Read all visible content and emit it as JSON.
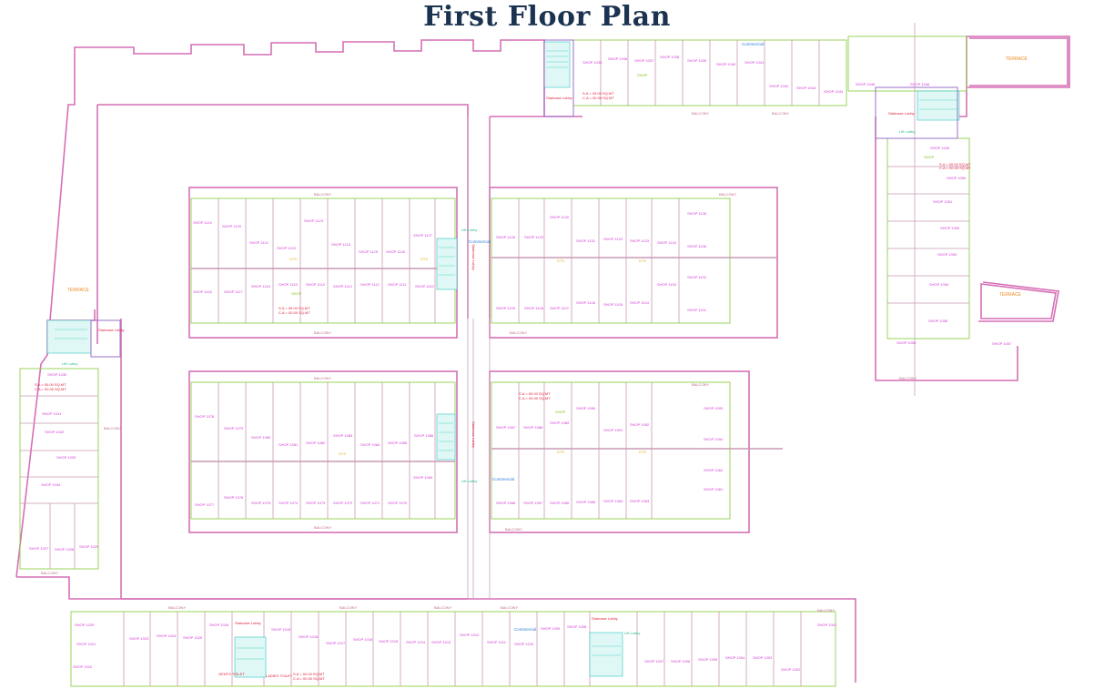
{
  "title": "First Floor Plan",
  "colors": {
    "title": "#1b3350",
    "outer_wall": "#d66fb6",
    "shop_wall": "#c89ab4",
    "shop_frame": "#8fd14a",
    "stair": "#2ec8c0",
    "shop_label": "#d23ad2",
    "area_label": "#e0213a",
    "sub_label": "#7fc31c",
    "terrace_label": "#f08a1e",
    "commercial_label": "#2b7fd9"
  },
  "labels": {
    "balcony": "BALCONY",
    "terrace": "TERRACE",
    "staircase_lobby": "Staircase Lobby",
    "lift_lobby": "Lift Lobby",
    "lift": "Lift",
    "commercial": "Commercial",
    "dts": "DTS",
    "shop": "SHOP",
    "area_line": "S.A = 00.00 SQ.MT",
    "carpet_line": "C.A = 00.00 SQ.MT",
    "gents_toilet": "GENTS TOILET",
    "ladies_toilet": "LADIES TOILET",
    "fire_escape": "Fire Escape"
  },
  "blocks": {
    "top_right_shops": [
      "SHOP 1035",
      "SHOP 1036",
      "SHOP 1037",
      "SHOP 1038",
      "SHOP 1039",
      "SHOP 1040",
      "SHOP 1041",
      "SHOP 1042",
      "SHOP 1043",
      "SHOP 1044",
      "SHOP 1045",
      "SHOP 1046"
    ],
    "central_north_upper": [
      "SHOP 1119",
      "SHOP 1120",
      "SHOP 1121",
      "SHOP 1122",
      "SHOP 1123",
      "SHOP 1124",
      "SHOP 1125",
      "SHOP 1126",
      "SHOP 1127"
    ],
    "central_north_lower": [
      "SHOP 1118",
      "SHOP 1117",
      "SHOP 1116",
      "SHOP 1115",
      "SHOP 1114",
      "SHOP 1113",
      "SHOP 1112",
      "SHOP 1111",
      "SHOP 1110"
    ],
    "central_east_upper": [
      "SHOP 1128",
      "SHOP 1129",
      "SHOP 1130",
      "SHOP 1131",
      "SHOP 1132",
      "SHOP 1133",
      "SHOP 1134",
      "SHOP 1135",
      "SHOP 1136"
    ],
    "central_east_lower": [
      "SHOP 1109",
      "SHOP 1108",
      "SHOP 1107",
      "SHOP 1106",
      "SHOP 1105",
      "SHOP 1104",
      "SHOP 1103",
      "SHOP 1102",
      "SHOP 1101"
    ],
    "central_south_upper": [
      "SHOP 1078",
      "SHOP 1079",
      "SHOP 1080",
      "SHOP 1081",
      "SHOP 1082",
      "SHOP 1083",
      "SHOP 1084",
      "SHOP 1085",
      "SHOP 1086"
    ],
    "central_south_lower": [
      "SHOP 1077",
      "SHOP 1076",
      "SHOP 1075",
      "SHOP 1074",
      "SHOP 1073",
      "SHOP 1072",
      "SHOP 1071",
      "SHOP 1070",
      "SHOP 1069"
    ],
    "central_se_upper": [
      "SHOP 1087",
      "SHOP 1088",
      "SHOP 1089",
      "SHOP 1090",
      "SHOP 1091",
      "SHOP 1092",
      "SHOP 1093",
      "SHOP 1094"
    ],
    "central_se_lower": [
      "SHOP 1068",
      "SHOP 1067",
      "SHOP 1066",
      "SHOP 1065",
      "SHOP 1064",
      "SHOP 1063",
      "SHOP 1062",
      "SHOP 1061"
    ],
    "west_wing": [
      "SHOP 1030",
      "SHOP 1031",
      "SHOP 1032",
      "SHOP 1033",
      "SHOP 1034",
      "SHOP 1027",
      "SHOP 1028",
      "SHOP 1029"
    ],
    "east_wing": [
      "SHOP 1049",
      "SHOP 1050",
      "SHOP 1051",
      "SHOP 1052",
      "SHOP 1053",
      "SHOP 1054",
      "SHOP 1055",
      "SHOP 1056",
      "SHOP 1057"
    ],
    "bottom_row": [
      "SHOP 1020",
      "SHOP 1021",
      "SHOP 1022",
      "SHOP 1023",
      "SHOP 1024",
      "SHOP 1025",
      "SHOP 1026",
      "SHOP 1019",
      "SHOP 1018",
      "SHOP 1017",
      "SHOP 1016",
      "SHOP 1015",
      "SHOP 1014",
      "SHOP 1013",
      "SHOP 1012",
      "SHOP 1011",
      "SHOP 1010",
      "SHOP 1009",
      "SHOP 1008",
      "SHOP 1007",
      "SHOP 1006",
      "SHOP 1005",
      "SHOP 1004",
      "SHOP 1003",
      "SHOP 1002",
      "SHOP 1001"
    ]
  }
}
